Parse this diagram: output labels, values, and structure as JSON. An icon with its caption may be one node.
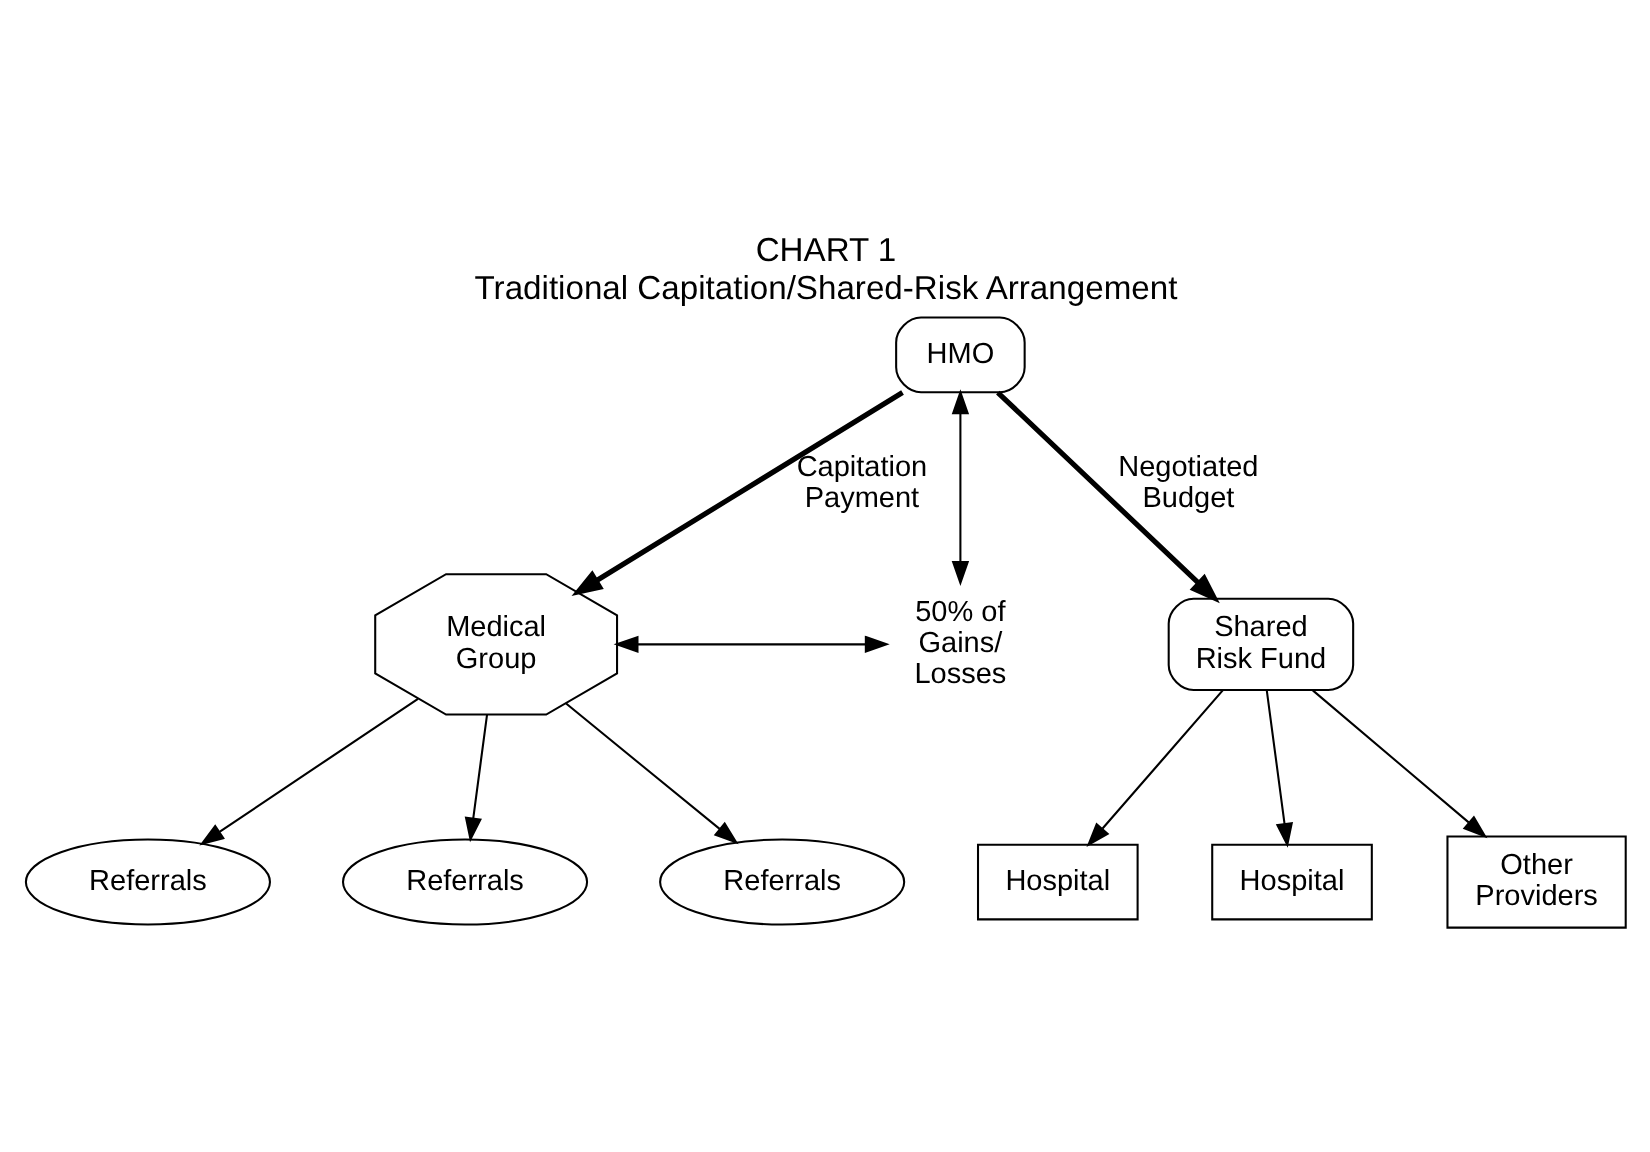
{
  "diagram": {
    "title": "CHART 1",
    "caption": "Traditional Capitation/Shared-Risk Arrangement",
    "nodes": [
      {
        "text": [
          "HMO"
        ]
      },
      {
        "text": [
          "Medical Group"
        ]
      },
      {
        "text": [
          "50% of Gains/ Losses"
        ]
      },
      {
        "text": [
          "Shared Risk Fund"
        ]
      },
      {
        "text": [
          "Referrals"
        ]
      },
      {
        "text": [
          "Referrals"
        ]
      },
      {
        "text": [
          "Referrals"
        ]
      },
      {
        "text": [
          "Hospital"
        ]
      },
      {
        "text": [
          "Hospital"
        ]
      },
      {
        "text": [
          "Other Providers"
        ]
      }
    ],
    "edges": [
      {
        "from": 0,
        "to": 1,
        "arrow": "to",
        "label": "Capitation Payment",
        "style": "thick"
      },
      {
        "from": 0,
        "to": 3,
        "arrow": "to",
        "label": "Negotiated Budget",
        "style": "thick"
      },
      {
        "from": 0,
        "to": 2,
        "arrow": "both"
      },
      {
        "from": 1,
        "to": 2,
        "arrow": "both"
      },
      {
        "from": 1,
        "to": 4,
        "arrow": "to"
      },
      {
        "from": 1,
        "to": 5,
        "arrow": "to"
      },
      {
        "from": 1,
        "to": 6,
        "arrow": "to"
      },
      {
        "from": 3,
        "to": 7,
        "arrow": "to"
      },
      {
        "from": 3,
        "to": 8,
        "arrow": "to"
      },
      {
        "from": 3,
        "to": 9,
        "arrow": "to"
      }
    ]
  }
}
